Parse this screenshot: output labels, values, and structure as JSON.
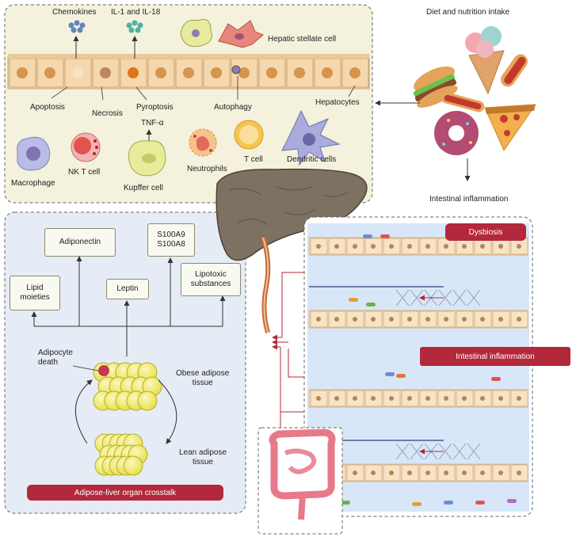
{
  "liver_panel": {
    "cytokines": {
      "chemokines": "Chemokines",
      "il": "IL-1 and IL-18"
    },
    "hepatic_stellate_cell": "Hepatic stellate cell",
    "cell_death": {
      "apoptosis": "Apoptosis",
      "necrosis": "Necrosis",
      "pyroptosis": "Pyroptosis",
      "autophagy": "Autophagy"
    },
    "hepatocytes": "Hepatocytes",
    "tnf": "TNF-α",
    "immune_cells": {
      "macrophage": "Macrophage",
      "nkt": "NK T cell",
      "kupffer": "Kupffer cell",
      "neutrophils": "Neutrophils",
      "tcell": "T cell",
      "dendritic": "Dendritic cells"
    }
  },
  "diet": {
    "title": "Diet and nutrition intake",
    "outcome": "Intestinal inflammation"
  },
  "adipose_panel": {
    "factors": {
      "adiponectin": "Adiponectin",
      "s100": "S100A9\nS100A8",
      "lipid": "Lipid\nmoieties",
      "leptin": "Leptin",
      "lipotoxic": "Lipotoxic\nsubstances"
    },
    "adipocyte_death": "Adipocyte\ndeath",
    "obese": "Obese adipose\ntissue",
    "lean": "Lean adipose\ntissue",
    "banner": "Adipose-liver organ crosstalk"
  },
  "gut_panel": {
    "dysbiosis": "Dysbiosis",
    "inflammation": "Intestinal inflammation"
  },
  "colors": {
    "liver_panel_bg": "#f4f1dc",
    "adipose_panel_bg": "#e6ecf5",
    "banner": "#b3283a",
    "liver": "#7d7162",
    "fat": "#f1ec6a",
    "intestine_cell": "#f6dfbf"
  }
}
